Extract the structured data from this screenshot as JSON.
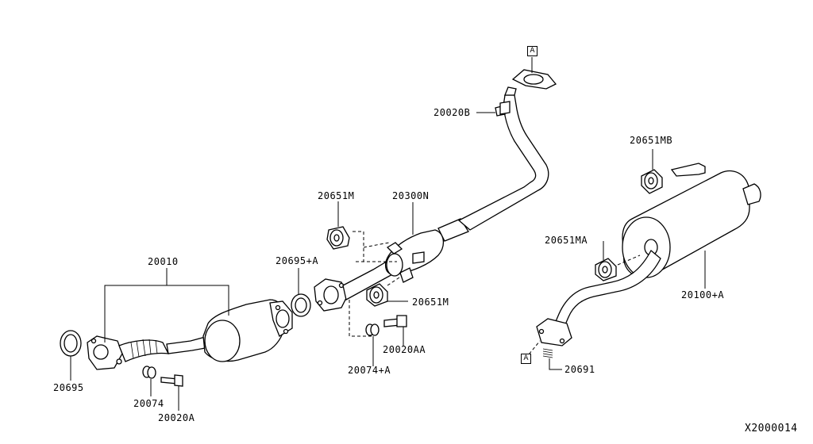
{
  "diagram_id": "X2000014",
  "ref_marker": "A",
  "parts": {
    "p20010": "20010",
    "p20695": "20695",
    "p20074": "20074",
    "p20020A": "20020A",
    "p20695A": "20695+A",
    "p20651M_top": "20651M",
    "p20300N": "20300N",
    "p20651M_bottom": "20651M",
    "p20020AA": "20020AA",
    "p20074A": "20074+A",
    "p20020B": "20020B",
    "p20651MB": "20651MB",
    "p20651MA": "20651MA",
    "p20100A": "20100+A",
    "p20691": "20691"
  }
}
